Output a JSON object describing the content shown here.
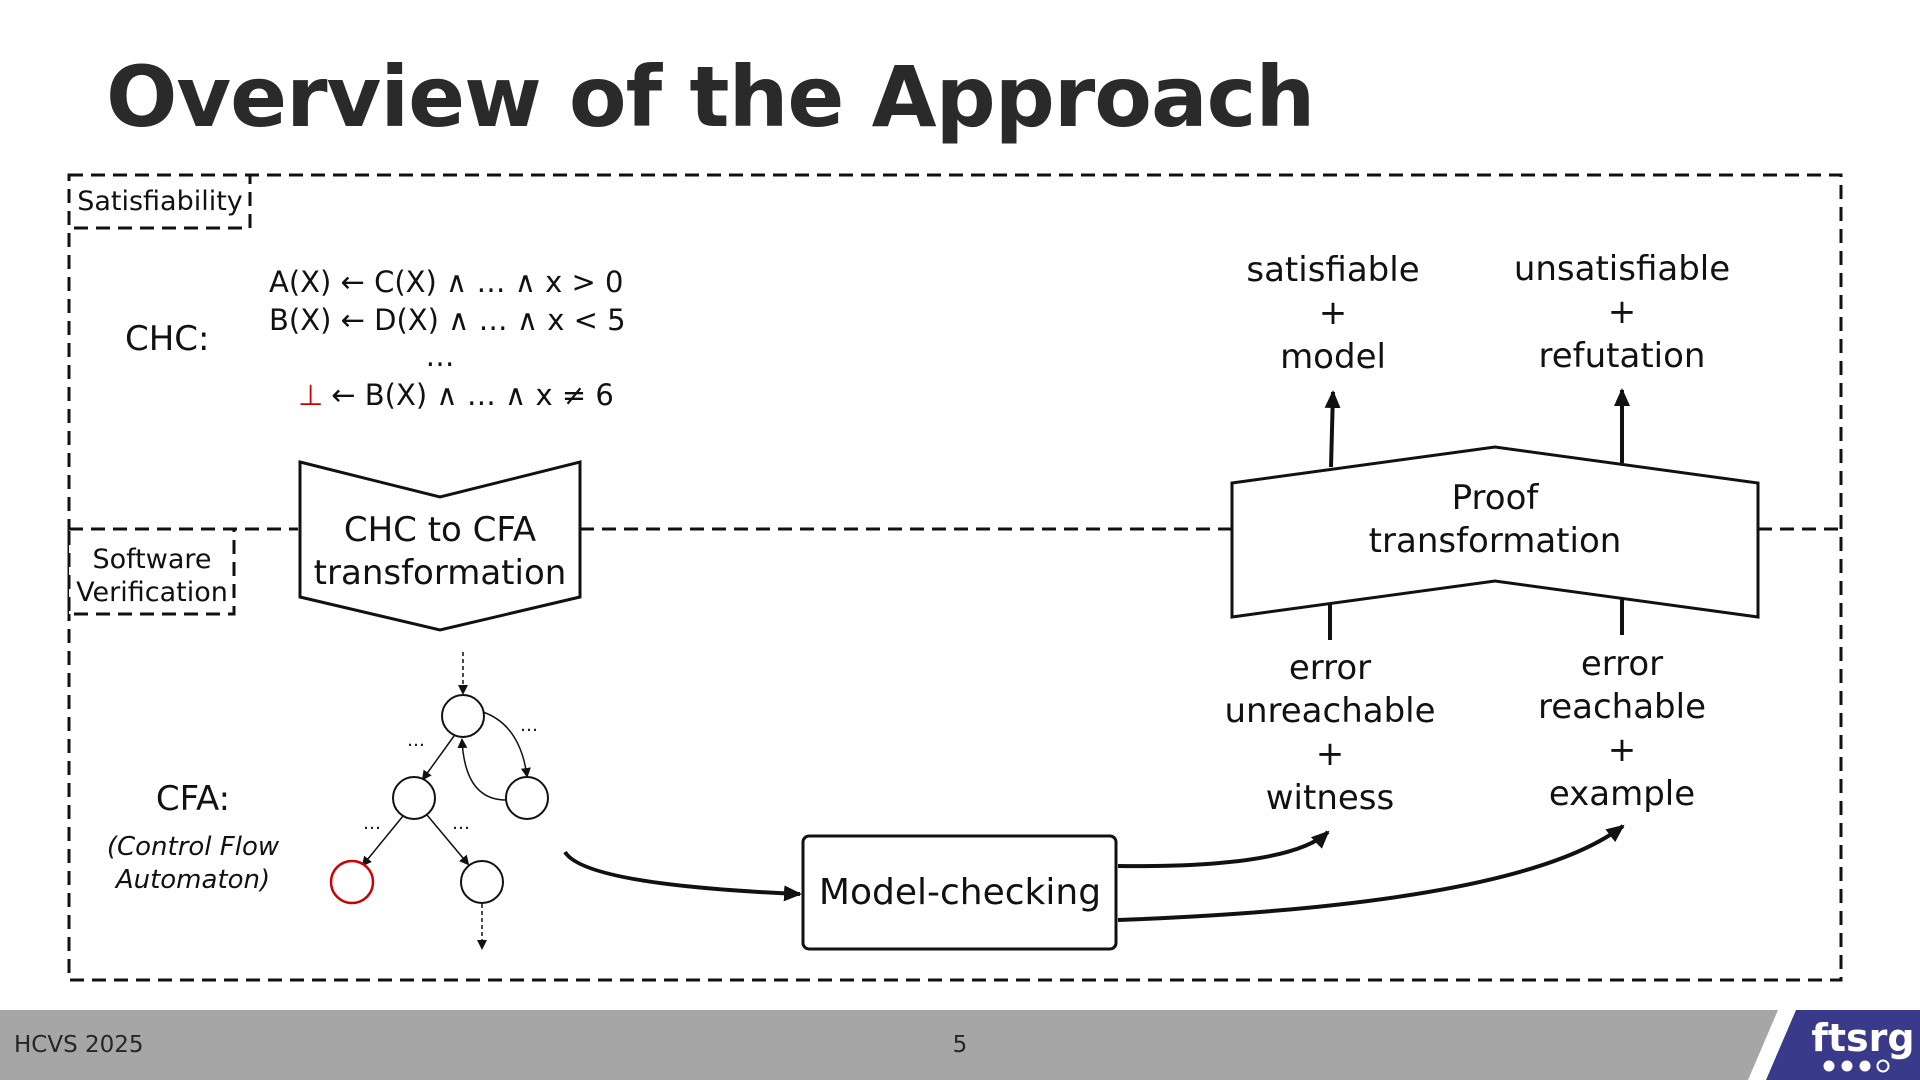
{
  "title": "Overview of the Approach",
  "regions": {
    "satisfiability": "Satisfiability",
    "software_verification": [
      "Software",
      "Verification"
    ]
  },
  "chc": {
    "label": "CHC:",
    "clauses": [
      "A(X) ← C(X) ∧ … ∧ x > 0",
      "B(X) ← D(X) ∧ … ∧ x < 5",
      "…",
      "← B(X) ∧ … ∧ x ≠ 6"
    ],
    "bottom_symbol": "⊥",
    "bottom_color": "#cc0000"
  },
  "chc_to_cfa": [
    "CHC to CFA",
    "transformation"
  ],
  "cfa": {
    "label": "CFA:",
    "sublabel": [
      "(Control Flow",
      "Automaton)"
    ],
    "ellipsis": "…",
    "error_color": "#cc0000"
  },
  "model_checking": "Model-checking",
  "proof_transformation": [
    "Proof",
    "transformation"
  ],
  "results_top": {
    "left": [
      "satisfiable",
      "+",
      "model"
    ],
    "right": [
      "unsatisfiable",
      "+",
      "refutation"
    ]
  },
  "results_bottom": {
    "left": [
      "error",
      "unreachable",
      "+",
      "witness"
    ],
    "right": [
      "error",
      "reachable",
      "+",
      "example"
    ]
  },
  "footer": {
    "left": "HCVS 2025",
    "page": "5",
    "logo": "ftsrg",
    "logo_color": "#3a3a8a"
  }
}
